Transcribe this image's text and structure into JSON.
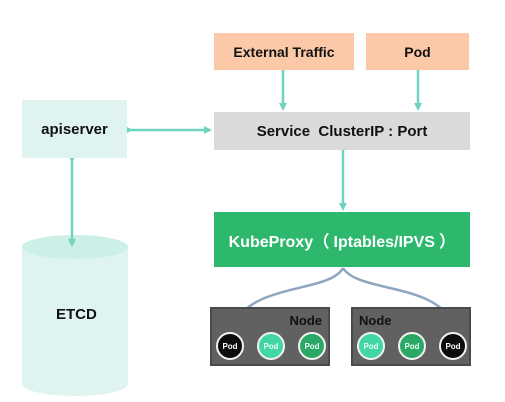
{
  "colors": {
    "source_box": "#fbc9a8",
    "apiserver_box": "#dff4f0",
    "service_box": "#dadada",
    "kubeproxy_box": "#2eb86e",
    "node_box": "#616161",
    "arrow": "#6fd3c0",
    "curved_arrow": "#8fa6bf"
  },
  "sources": {
    "external_traffic": "External Traffic",
    "pod": "Pod"
  },
  "apiserver": {
    "label": "apiserver"
  },
  "etcd": {
    "label": "ETCD"
  },
  "service": {
    "label": "Service  ClusterIP : Port"
  },
  "kubeproxy": {
    "label": "KubeProxy（ Iptables/IPVS ）"
  },
  "nodes": [
    {
      "title": "Node",
      "pods": [
        {
          "label": "Pod",
          "style": "black"
        },
        {
          "label": "Pod",
          "style": "light"
        },
        {
          "label": "Pod",
          "style": "dark"
        }
      ]
    },
    {
      "title": "Node",
      "pods": [
        {
          "label": "Pod",
          "style": "light"
        },
        {
          "label": "Pod",
          "style": "dark"
        },
        {
          "label": "Pod",
          "style": "black"
        }
      ]
    }
  ]
}
